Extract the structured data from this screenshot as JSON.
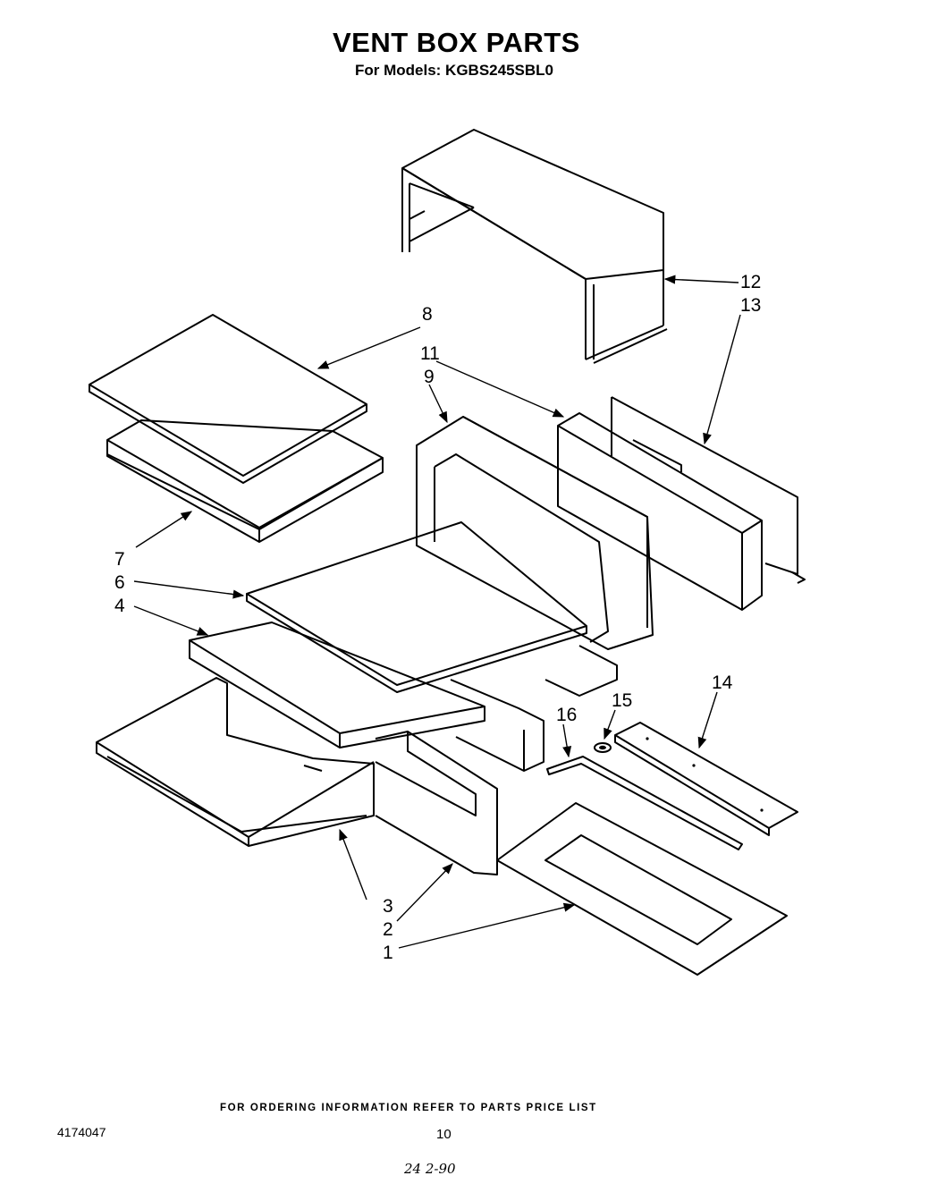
{
  "title": "VENT BOX PARTS",
  "subtitle": "For Models: KGBS245SBL0",
  "footer_note": "FOR ORDERING INFORMATION REFER TO PARTS PRICE LIST",
  "document_number": "4174047",
  "page_number": "10",
  "handwritten_note": "24 2-90",
  "callouts": [
    "1",
    "2",
    "3",
    "4",
    "6",
    "7",
    "8",
    "9",
    "11",
    "12",
    "13",
    "14",
    "15",
    "16"
  ]
}
